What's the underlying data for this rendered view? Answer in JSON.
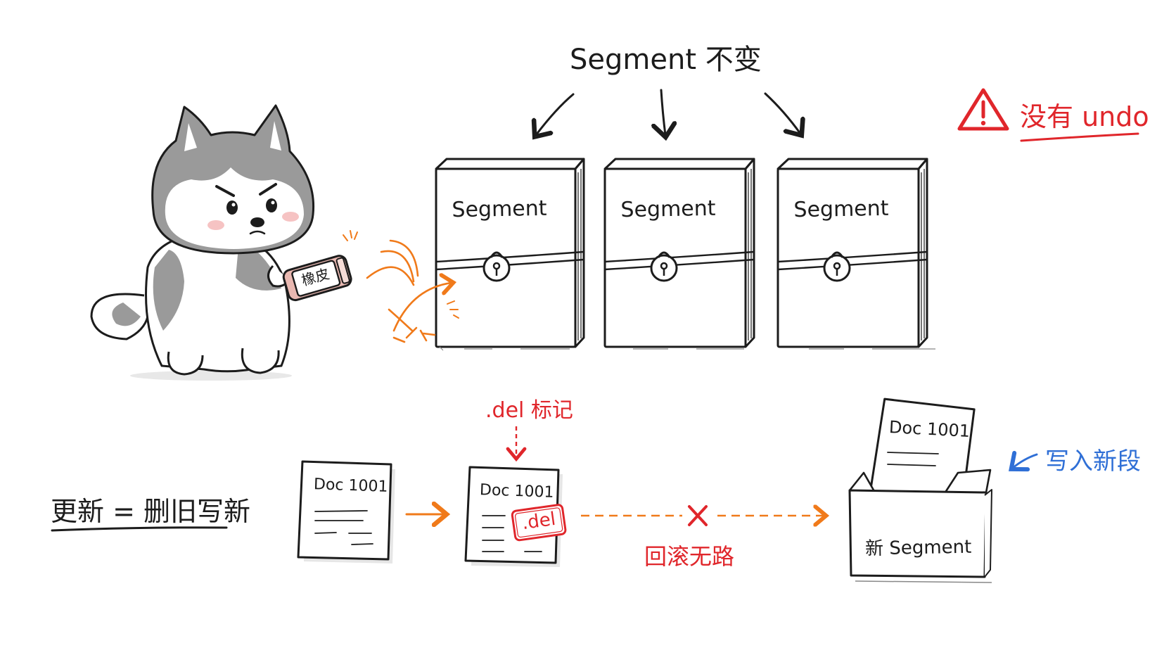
{
  "colors": {
    "ink": "#1c1c1c",
    "warning_red": "#e0262b",
    "arrow_orange": "#f07a1a",
    "annotation_blue": "#2f6fd6",
    "husky_gray": "#9a9a9a",
    "eraser_pink": "#e9b8b1"
  },
  "title": "Segment 不变",
  "segments": [
    {
      "label": "Segment"
    },
    {
      "label": "Segment"
    },
    {
      "label": "Segment"
    }
  ],
  "warning": {
    "icon": "warning-triangle-icon",
    "text": "没有 undo"
  },
  "mascot": {
    "eraser_label": "橡皮"
  },
  "rule": "更新 = 删旧写新",
  "del_annotation": ".del 标记",
  "docs": {
    "old": {
      "title": "Doc 1001"
    },
    "marked": {
      "title": "Doc 1001",
      "stamp": ".del"
    },
    "new": {
      "title": "Doc 1001",
      "box_label": "新 Segment"
    }
  },
  "no_rollback": "回滚无路",
  "write_annotation": "写入新段"
}
